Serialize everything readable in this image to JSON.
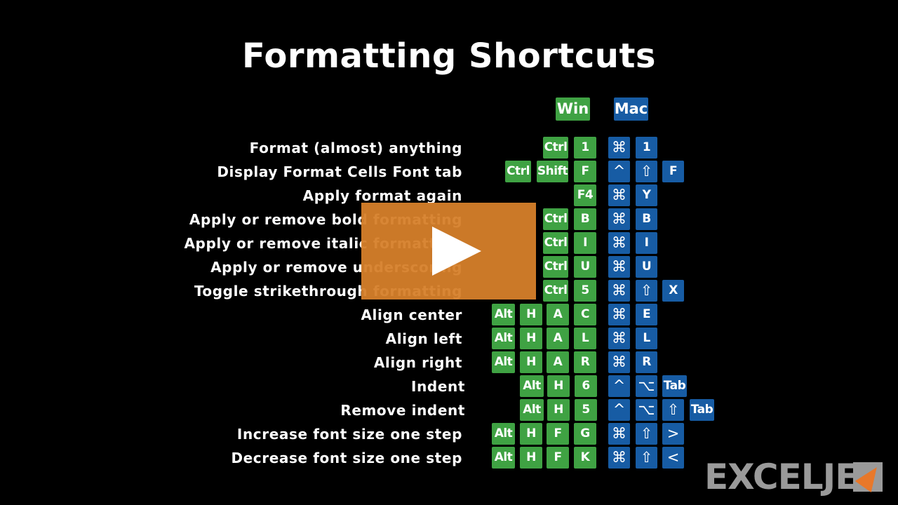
{
  "title": "Formatting Shortcuts",
  "headers": {
    "win": "Win",
    "mac": "Mac"
  },
  "colors": {
    "win": "#3fa243",
    "mac": "#175ca4",
    "play": "#d67f2a",
    "logo": "#9a9a9a"
  },
  "rows": [
    {
      "label": "Format (almost) anything",
      "win": [
        "Ctrl",
        "1"
      ],
      "mac": [
        "⌘",
        "1"
      ]
    },
    {
      "label": "Display Format Cells Font tab",
      "win": [
        "Ctrl",
        "Shift",
        "F"
      ],
      "mac": [
        "^",
        "⇧",
        "F"
      ]
    },
    {
      "label": "Apply format again",
      "win": [
        "F4"
      ],
      "mac": [
        "⌘",
        "Y"
      ]
    },
    {
      "label": "Apply or remove bold formatting",
      "win": [
        "Ctrl",
        "B"
      ],
      "mac": [
        "⌘",
        "B"
      ]
    },
    {
      "label": "Apply or remove italic formatting",
      "win": [
        "Ctrl",
        "I"
      ],
      "mac": [
        "⌘",
        "I"
      ]
    },
    {
      "label": "Apply or remove underscoring",
      "win": [
        "Ctrl",
        "U"
      ],
      "mac": [
        "⌘",
        "U"
      ]
    },
    {
      "label": "Toggle strikethrough formatting",
      "win": [
        "Ctrl",
        "5"
      ],
      "mac": [
        "⌘",
        "⇧",
        "X"
      ]
    },
    {
      "label": "Align center",
      "win": [
        "Alt",
        "H",
        "A",
        "C"
      ],
      "mac": [
        "⌘",
        "E"
      ]
    },
    {
      "label": "Align left",
      "win": [
        "Alt",
        "H",
        "A",
        "L"
      ],
      "mac": [
        "⌘",
        "L"
      ]
    },
    {
      "label": "Align right",
      "win": [
        "Alt",
        "H",
        "A",
        "R"
      ],
      "mac": [
        "⌘",
        "R"
      ]
    },
    {
      "label": "Indent",
      "win": [
        "Alt",
        "H",
        "6"
      ],
      "mac": [
        "^",
        "⌥",
        "Tab"
      ]
    },
    {
      "label": "Remove indent",
      "win": [
        "Alt",
        "H",
        "5"
      ],
      "mac": [
        "^",
        "⌥",
        "⇧",
        "Tab"
      ]
    },
    {
      "label": "Increase font size one step",
      "win": [
        "Alt",
        "H",
        "F",
        "G"
      ],
      "mac": [
        "⌘",
        "⇧",
        ">"
      ]
    },
    {
      "label": "Decrease font size one step",
      "win": [
        "Alt",
        "H",
        "F",
        "K"
      ],
      "mac": [
        "⌘",
        "⇧",
        "<"
      ]
    }
  ],
  "logo": {
    "text": "EXCELJET"
  },
  "video": {
    "play_icon": "play-icon"
  }
}
